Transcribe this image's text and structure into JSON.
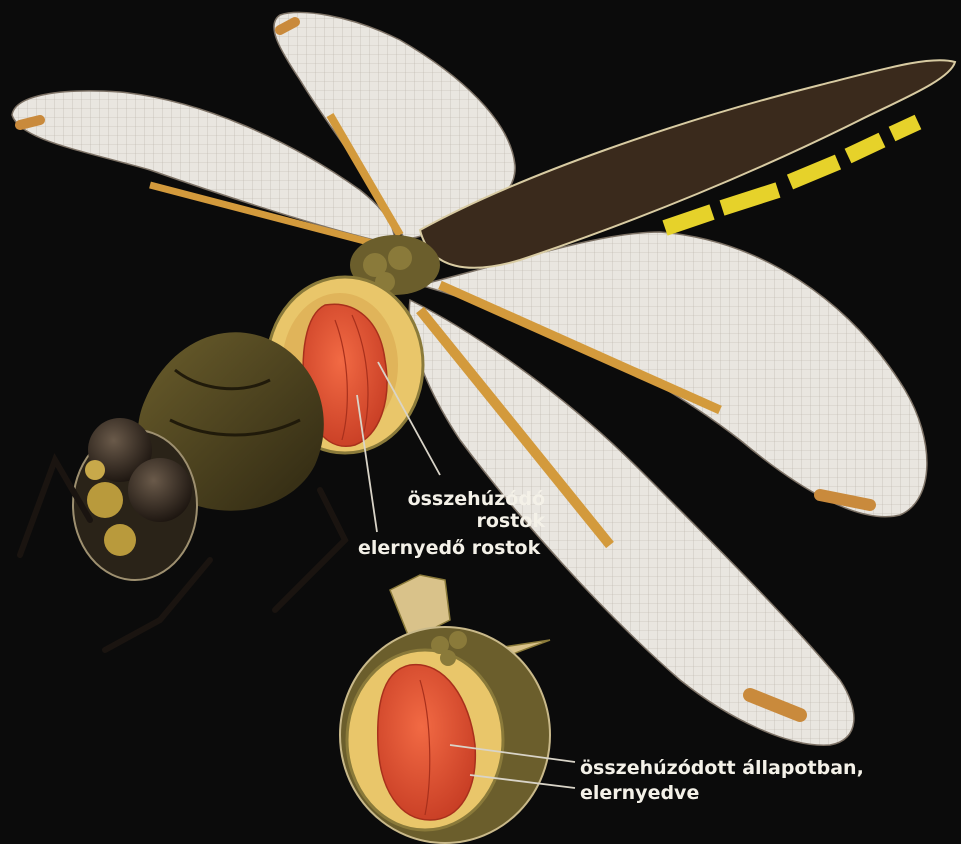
{
  "labels": {
    "contracting_fibers": "összehúzódó\nrostok",
    "relaxing_fibers": "elernyedő rostok",
    "contracted_state": "összehúzódott állapotban,",
    "relaxed_state": "elernyedve"
  },
  "colors": {
    "background": "#0b0b0b",
    "wing": "#e9e6e0",
    "wing_vein": "#8a7f72",
    "wing_base": "#d39a3c",
    "abdomen": "#3a2a1c",
    "abdomen_stripe": "#e6d22a",
    "thorax": "#4d4420",
    "muscle": "#e0472a",
    "cross_section_rim": "#e9c66a",
    "label_text": "#f4f1e8"
  }
}
